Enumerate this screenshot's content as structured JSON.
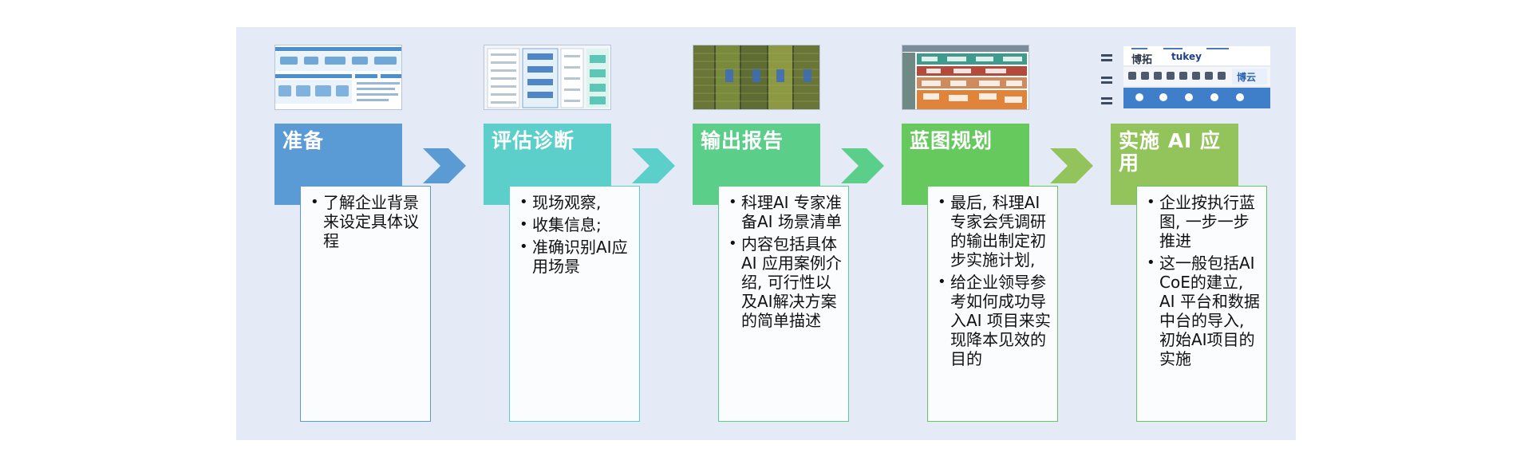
{
  "colors": {
    "panel": "#e4eaf6",
    "step1": "#5b9bd5",
    "step2": "#5ccfcb",
    "step3": "#5bcf8a",
    "step4": "#66c95e",
    "step5": "#93c45c",
    "chevron1": "#5b9bd5",
    "chevron2": "#5ccfcb",
    "chevron3": "#5bcf8a",
    "chevron4": "#93c45c"
  },
  "steps": [
    {
      "title": "准备",
      "bullets": [
        "了解企业背景来设定具体议程"
      ]
    },
    {
      "title": "评估诊断",
      "bullets": [
        "现场观察,",
        "收集信息;",
        "准确识别AI应用场景"
      ]
    },
    {
      "title": "输出报告",
      "bullets": [
        "科理AI 专家准备AI 场景清单",
        "内容包括具体AI 应用案例介绍, 可行性以及AI解决方案的简单描述"
      ]
    },
    {
      "title": "蓝图规划",
      "bullets": [
        "最后, 科理AI 专家会凭调研的输出制定初步实施计划,",
        "给企业领导参考如何成功导入AI 项目来实现降本见效的目的"
      ]
    },
    {
      "title": "实施 AI 应用",
      "bullets": [
        "企业按执行蓝图, 一步一步推进",
        "这一般包括AI CoE的建立, AI 平台和数据中台的导入, 初始AI项目的实施"
      ]
    }
  ],
  "thumbnails": {
    "thumb5": {
      "logo1": "博拓",
      "logo2": "tukey",
      "logo3": "博云"
    }
  }
}
